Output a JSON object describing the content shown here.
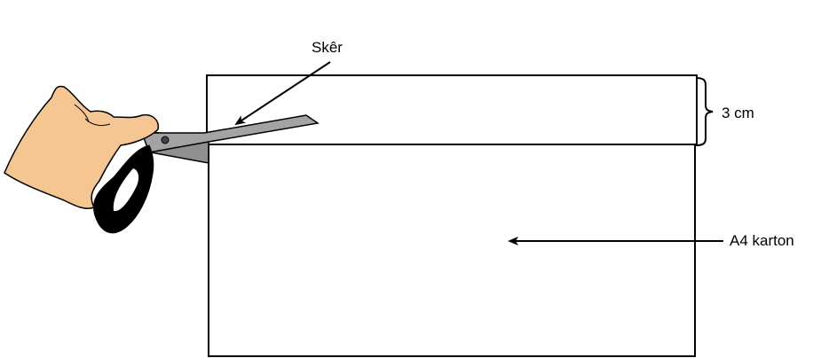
{
  "labels": {
    "scissors": "Skêr",
    "strip_width": "3 cm",
    "card": "A4 karton"
  },
  "colors": {
    "line": "#000000",
    "skin": "#f5c592",
    "blade": "#a3a3a3",
    "handle": "#000000",
    "background": "#ffffff"
  },
  "icons": {
    "hand": "hand-icon",
    "scissors": "scissors-icon"
  }
}
